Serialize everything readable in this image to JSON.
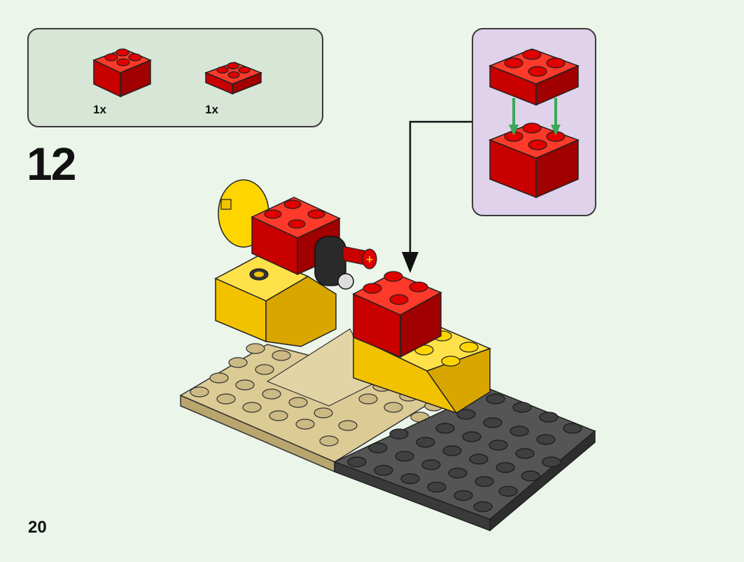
{
  "parts_list": {
    "items": [
      {
        "name": "red-2x2-brick",
        "qty": "1x",
        "color": "#d40000"
      },
      {
        "name": "red-2x2-plate",
        "qty": "1x",
        "color": "#d40000"
      }
    ]
  },
  "step": {
    "number": "12"
  },
  "page": {
    "number": "20"
  },
  "colors": {
    "background": "#ebf5ea",
    "parts_box": "#d7e6d6",
    "callout_box": "#dfd2ea",
    "red": "#d40000",
    "yellow": "#ffd500",
    "tan": "#dccb95",
    "dark_gray": "#555555",
    "arrow_green": "#3aa856"
  }
}
